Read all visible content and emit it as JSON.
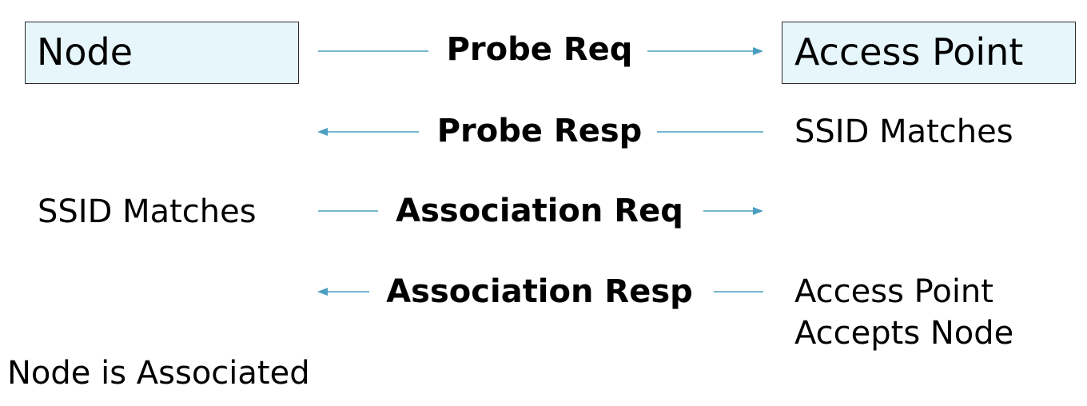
{
  "diagram": {
    "node_label": "Node",
    "ap_label": "Access Point",
    "messages": [
      {
        "label": "Probe Req",
        "direction": "to-access-point"
      },
      {
        "label": "Probe Resp",
        "direction": "to-node"
      },
      {
        "label": "Association Req",
        "direction": "to-access-point"
      },
      {
        "label": "Association Resp",
        "direction": "to-node"
      }
    ],
    "ap_notes": {
      "probe_resp": "SSID Matches",
      "assoc_resp_line1": "Access Point",
      "assoc_resp_line2": "Accepts Node"
    },
    "node_notes": {
      "assoc_req": "SSID Matches"
    },
    "footer": "Node is Associated",
    "colors": {
      "arrow": "#4a9ec1",
      "box_fill": "#e6f6fb",
      "box_border": "#2b2b2b"
    }
  }
}
